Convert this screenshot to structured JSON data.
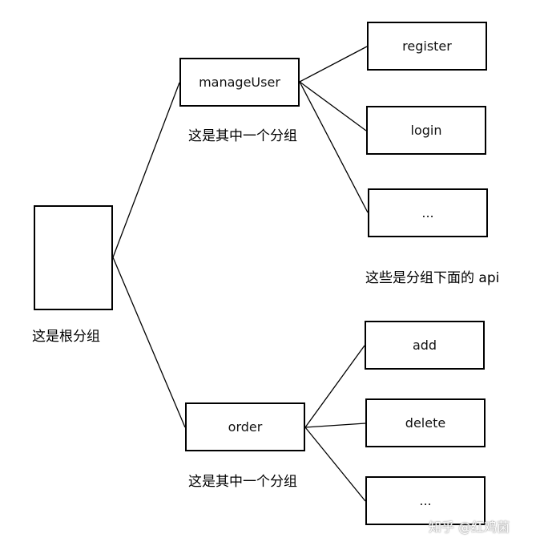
{
  "nodes": {
    "root": "",
    "group1": "manageUser",
    "group2": "order",
    "register": "register",
    "login": "login",
    "more1": "...",
    "add": "add",
    "delete": "delete",
    "more2": "..."
  },
  "labels": {
    "group1_caption": "这是其中一个分组",
    "group2_caption": "这是其中一个分组",
    "root_caption": "这是根分组",
    "api_caption": "这些是分组下面的 api"
  },
  "watermark": "知乎 @红鸡菌",
  "colors": {
    "stroke": "#000000",
    "background": "#ffffff"
  }
}
